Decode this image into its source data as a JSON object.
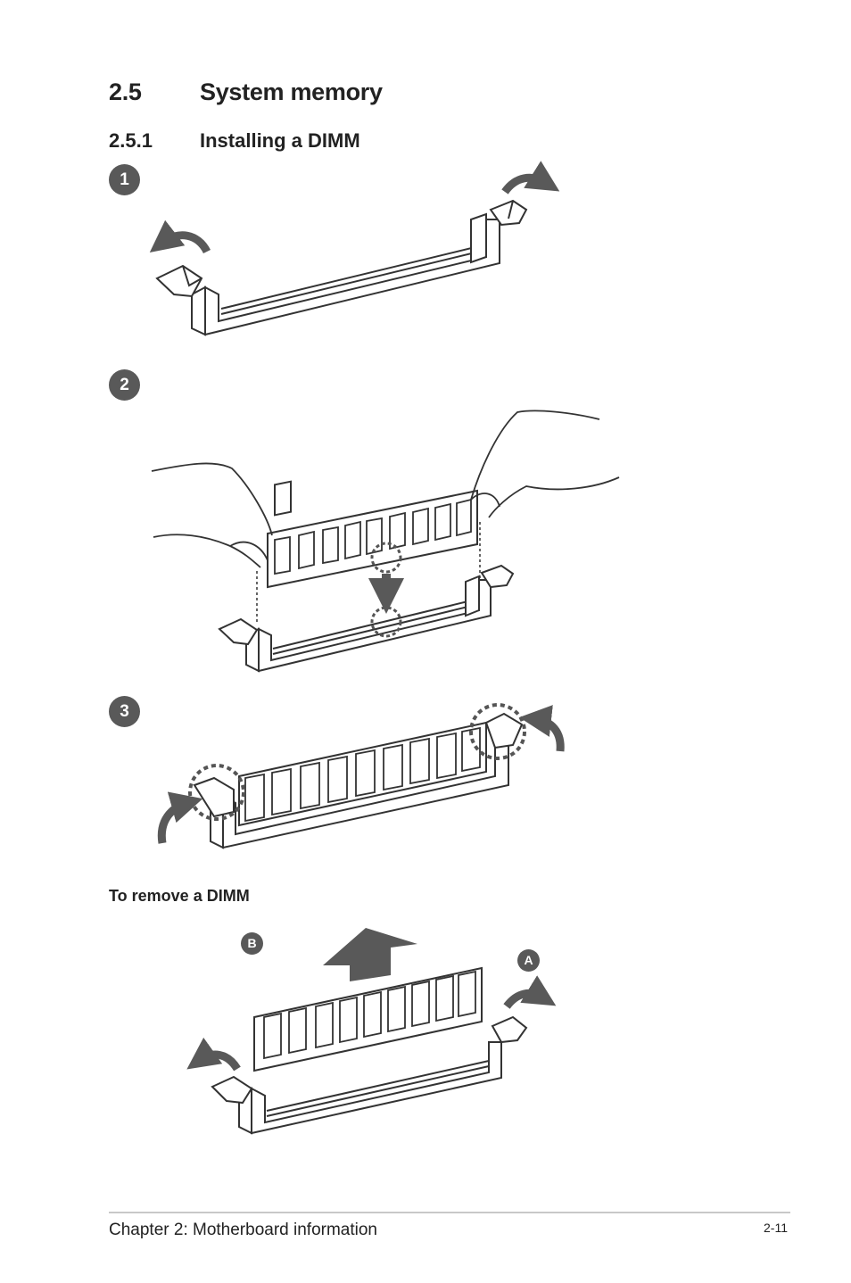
{
  "section": {
    "number": "2.5",
    "title": "System memory"
  },
  "subsection": {
    "number": "2.5.1",
    "title": "Installing a DIMM"
  },
  "steps": [
    "1",
    "2",
    "3"
  ],
  "remove": {
    "title": "To remove a DIMM",
    "label_a": "A",
    "label_b": "B"
  },
  "footer": {
    "chapter": "Chapter 2: Motherboard information",
    "page": "2-11"
  }
}
